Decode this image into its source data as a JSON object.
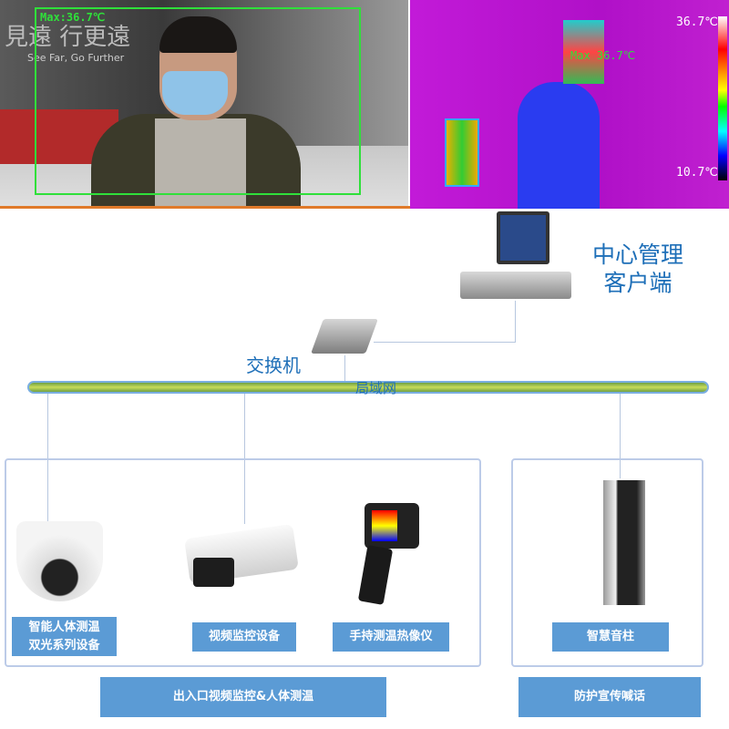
{
  "camera_view": {
    "overlay": "Max:36.7℃",
    "backdrop_slogan": "See Far, Go Further"
  },
  "thermal_view": {
    "overlay": "Max 36.7℃",
    "scale_max": "36.7℃",
    "scale_min": "10.7℃"
  },
  "nodes": {
    "client": [
      "中心管理",
      "客户端"
    ],
    "switch": "交换机",
    "lan": "局域网"
  },
  "devices": [
    {
      "label": [
        "智能人体测温",
        "双光系列设备"
      ]
    },
    {
      "label": [
        "视频监控设备"
      ]
    },
    {
      "label": [
        "手持测温热像仪"
      ]
    },
    {
      "label": [
        "智慧音柱"
      ]
    }
  ],
  "groups": [
    "出入口视频监控&人体测温",
    "防护宣传喊话"
  ],
  "colors": {
    "label_bg": "#5b9bd5",
    "title_text": "#1e6fb8",
    "box_border": "#bccbe8"
  }
}
